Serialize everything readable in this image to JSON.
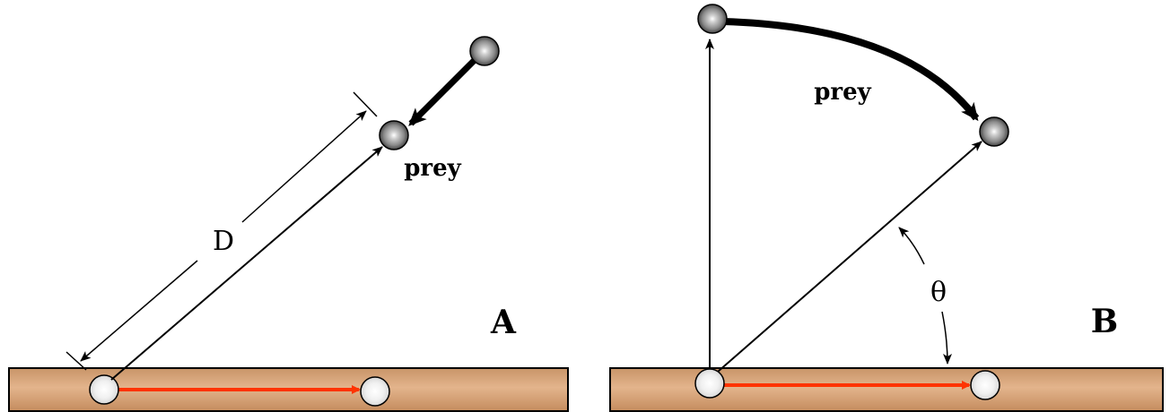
{
  "panels": {
    "a": {
      "letter": "A",
      "prey_label": "prey",
      "distance_label": "D"
    },
    "b": {
      "letter": "B",
      "prey_label": "prey",
      "angle_label": "θ"
    }
  },
  "colors": {
    "substrate_fill": "#d9a77e",
    "substrate_stroke": "#000000",
    "trajectory_arrow": "#ff3300",
    "sphere_light": "#f2f2f2",
    "sphere_dark": "#555555",
    "line": "#000000"
  }
}
